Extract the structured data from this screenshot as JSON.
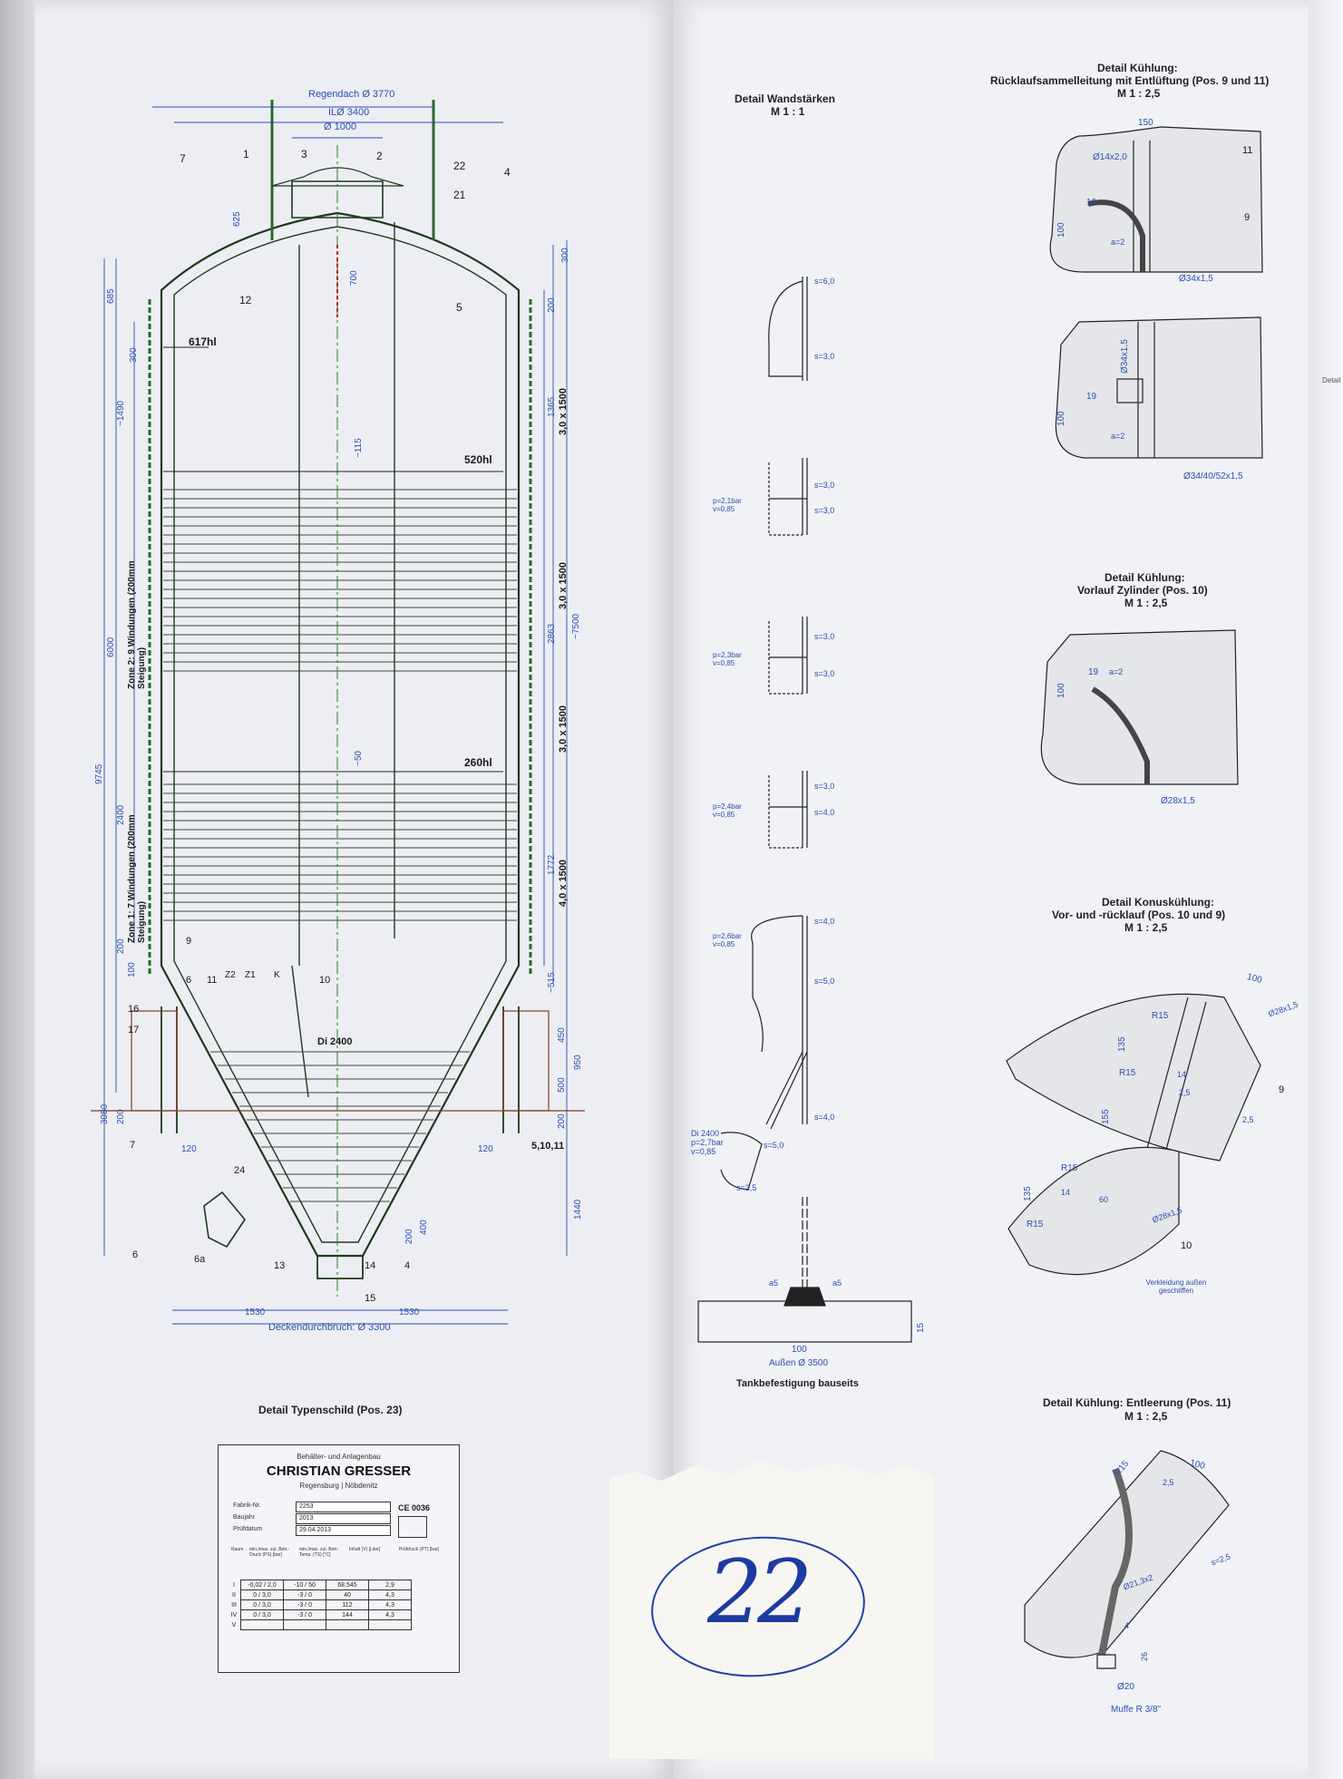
{
  "left": {
    "dims_top": [
      "Regendach Ø 3770",
      "ILØ 3400",
      "Ø 1000"
    ],
    "positions_top": [
      "7",
      "1",
      "3",
      "2",
      "22",
      "21",
      "4",
      "12",
      "5"
    ],
    "levels": [
      "617hl",
      "520hl",
      "260hl"
    ],
    "dims_left": [
      "685",
      "300",
      "~1490",
      "6000",
      "9745",
      "2400",
      "200",
      "100",
      "3080",
      "200"
    ],
    "zone2": "Zone 2: 9 Windungen (200mm Steigung)",
    "zone1": "Zone 1: 7 Windungen (200mm Steigung)",
    "dims_right": [
      "300",
      "200",
      "1365",
      "2863",
      "1772",
      "~7500",
      "~515",
      "450",
      "500",
      "950",
      "200",
      "1440"
    ],
    "jacket_labels": [
      "3,0 x 1500",
      "3,0 x 1500",
      "3,0 x 1500",
      "4,0 x 1500"
    ],
    "dims_inner": [
      "625",
      "700",
      "~115",
      "~50",
      "Di 2400",
      "400",
      "200",
      "120",
      "120"
    ],
    "pos_lower": [
      "9",
      "6",
      "11",
      "Z2",
      "Z1",
      "K",
      "10",
      "16",
      "17",
      "7",
      "5,10,11",
      "24",
      "6",
      "6a",
      "13",
      "14",
      "4",
      "15"
    ],
    "dims_bottom": [
      "1530",
      "1530",
      "Deckendurchbruch: Ø 3300"
    ],
    "typenschild_title": "Detail Typenschild (Pos. 23)",
    "plate": {
      "header": "Behälter- und Anlagenbau",
      "company": "CHRISTIAN GRESSER",
      "location": "Regensburg | Nöbdenitz",
      "labels": [
        "Fabrik-Nr.",
        "Baujahr",
        "Prüfdatum"
      ],
      "values": [
        "2253",
        "2013",
        "29.04.2013"
      ],
      "ce": "CE 0036",
      "table_head": [
        "Raum",
        "min./max. zul. Betr.-Druck (PS) [bar]",
        "min./max. zul. Betr.-Temp. (TS) [°C]",
        "Inhalt (V) [Liter]",
        "Prüfdruck (PT) [bar]"
      ],
      "rows": [
        [
          "I",
          "-0,02 / 2,0",
          "-10 / 50",
          "68.545",
          "2,9"
        ],
        [
          "II",
          "0 / 3,0",
          "-3 / 0",
          "40",
          "4,3"
        ],
        [
          "III",
          "0 / 3,0",
          "-3 / 0",
          "112",
          "4,3"
        ],
        [
          "IV",
          "0 / 3,0",
          "-3 / 0",
          "144",
          "4,3"
        ],
        [
          "V",
          "",
          "",
          "",
          ""
        ]
      ]
    }
  },
  "right": {
    "wand_title": "Detail Wandstärken",
    "wand_scale": "M 1 : 1",
    "wand_labels": [
      "s=6,0",
      "s=3,0",
      "s=3,0",
      "s=3,0",
      "s=3,0",
      "s=3,0",
      "s=3,0",
      "s=4,0",
      "s=4,0",
      "s=5,0",
      "s=4,0",
      "s=5,0",
      "s=3,5"
    ],
    "pressures": [
      "p=2,1bar v=0,85",
      "p=2,3bar v=0,85",
      "p=2,4bar v=0,85",
      "p=2,6bar v=0,85",
      "Di 2400 p=2,7bar v=0,85"
    ],
    "tank_dims": [
      "a5",
      "a5",
      "100",
      "Außen Ø 3500",
      "15"
    ],
    "tank_caption": "Tankbefestigung bauseits",
    "r1_title": "Detail Kühlung:",
    "r1_sub": "Rücklaufsammelleitung mit Entlüftung (Pos. 9 und 11)",
    "r1_scale": "M 1 : 2,5",
    "r1_labels": [
      "150",
      "Ø14x2,0",
      "11",
      "9",
      "19",
      "100",
      "a=2",
      "Ø34x1,5",
      "Ø34x1,5",
      "19",
      "100",
      "a=2",
      "Ø34/40/52x1,5"
    ],
    "r2_title": "Detail Kühlung:",
    "r2_sub": "Vorlauf Zylinder (Pos. 10)",
    "r2_scale": "M 1 : 2,5",
    "r2_labels": [
      "19",
      "a=2",
      "100",
      "Ø28x1,5"
    ],
    "r3_title": "Detail Konuskühlung:",
    "r3_sub": "Vor- und -rücklauf (Pos. 10 und 9)",
    "r3_scale": "M 1 : 2,5",
    "r3_labels": [
      "100",
      "Ø28x1,5",
      "R15",
      "135",
      "R15",
      "14",
      "2,5",
      "9",
      "155",
      "2,5",
      "R15",
      "135",
      "R15",
      "14",
      "60",
      "Ø28x1,5",
      "10",
      "Verkleidung außen geschliffen"
    ],
    "r4_title": "Detail Kühlung: Entleerung (Pos. 11)",
    "r4_scale": "M 1 : 2,5",
    "r4_labels": [
      "100",
      "2,5",
      "R15",
      "s=2,5",
      "Ø21,3x2",
      "4",
      "26",
      "Ø20",
      "Muffe R 3/8\""
    ],
    "side_tab": "Detail"
  },
  "note": {
    "page_number": "22"
  }
}
